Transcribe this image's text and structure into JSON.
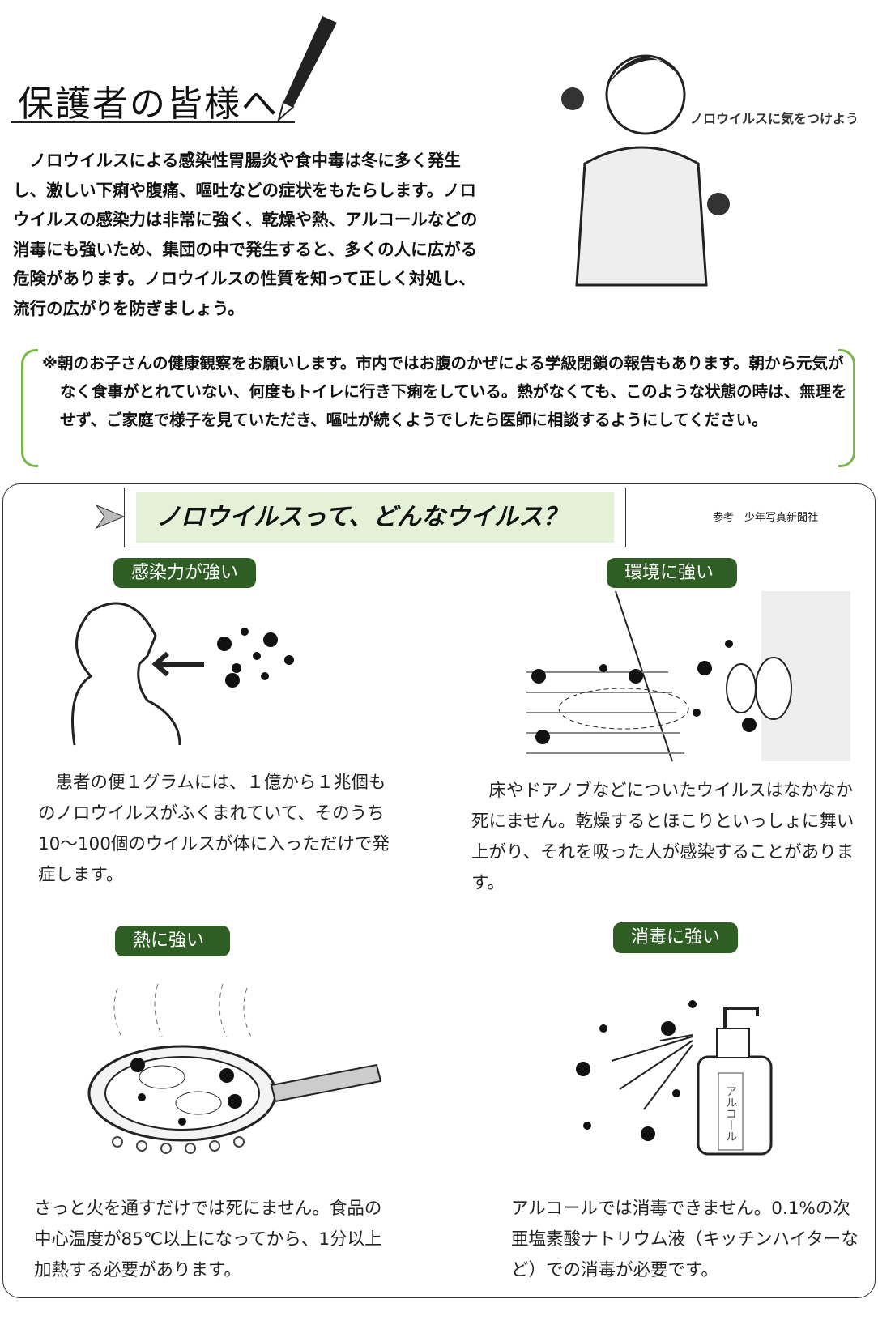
{
  "header": {
    "title": "保護者の皆様へ",
    "illustration_caption": "ノロウイルスに気をつけよう"
  },
  "intro": {
    "lines": [
      "　ノロウイルスによる感染性胃腸炎や食中毒は冬に多く発生",
      "し、激しい下痢や腹痛、嘔吐などの症状をもたらします。ノロ",
      "ウイルスの感染力は非常に強く、乾燥や熱、アルコールなどの",
      "消毒にも強いため、集団の中で発生すると、多くの人に広がる",
      "危険があります。ノロウイルスの性質を知って正しく対処し、",
      "流行の広がりを防ぎましょう。"
    ]
  },
  "notice": {
    "text": "※朝のお子さんの健康観察をお願いします。市内ではお腹のかぜによる学級閉鎖の報告もあります。朝から元気がなく食事がとれていない、何度もトイレに行き下痢をしている。熱がなくても、このような状態の時は、無理をせず、ご家庭で様子を見ていただき、嘔吐が続くようでしたら医師に相談するようにしてください。"
  },
  "section": {
    "title": "ノロウイルスって、どんなウイルス？",
    "reference": "参考　少年写真新聞社",
    "cards": [
      {
        "badge": "感染力が強い",
        "text": "　患者の便１グラムには、１億から１兆個ものノロウイルスがふくまれていて、そのうち 10～100個のウイルスが体に入っただけで発症します。"
      },
      {
        "badge": "環境に強い",
        "text": "　床やドアノブなどについたウイルスはなかなか死にません。乾燥するとほこりといっしょに舞い上がり、それを吸った人が感染することがあります。"
      },
      {
        "badge": "熱に強い",
        "text": "さっと火を通すだけでは死にません。食品の中心温度が85℃以上になってから、1分以上加熱する必要があります。"
      },
      {
        "badge": "消毒に強い",
        "text": "アルコールでは消毒できません。0.1%の次亜塩素酸ナトリウム液（キッチンハイターなど）での消毒が必要です。",
        "bottle_label": "アルコール"
      }
    ]
  },
  "colors": {
    "badge": "#2f5e24",
    "title_bg": "#e4f1d6",
    "bracket": "#7ab648"
  }
}
